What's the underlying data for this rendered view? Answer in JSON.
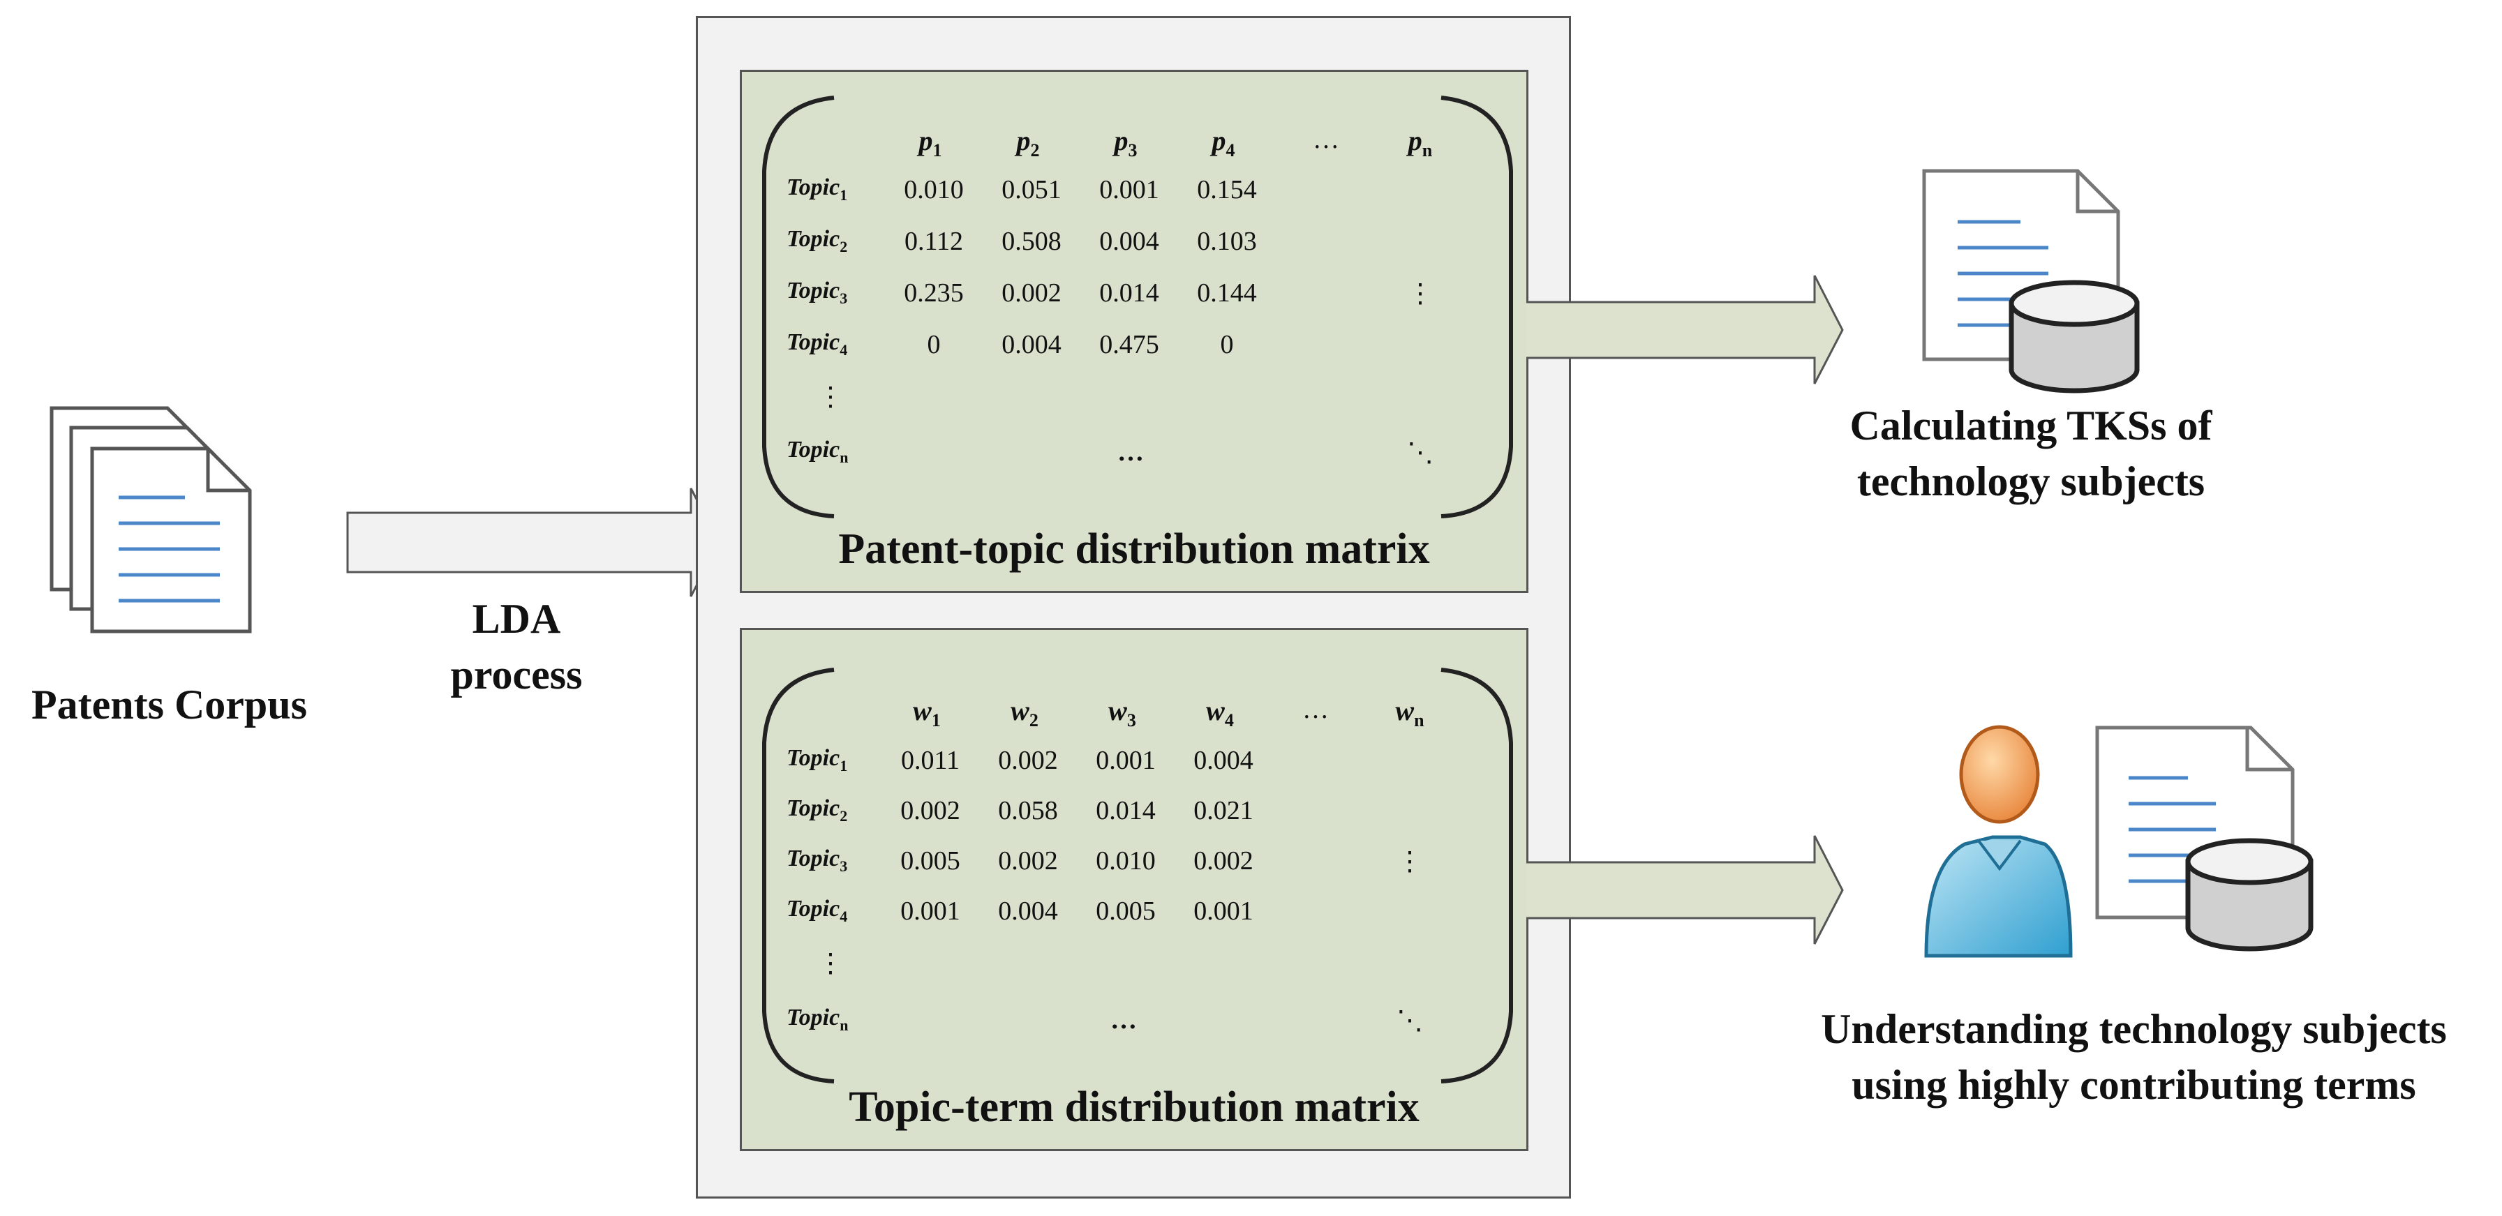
{
  "corpus": {
    "label": "Patents Corpus"
  },
  "process": {
    "label_line1": "LDA",
    "label_line2": "process"
  },
  "patent_topic": {
    "title": "Patent-topic distribution matrix",
    "col_var": "p",
    "columns": [
      "1",
      "2",
      "3",
      "4",
      "n"
    ],
    "rows": [
      {
        "sub": "1",
        "values": [
          "0.010",
          "0.051",
          "0.001",
          "0.154"
        ]
      },
      {
        "sub": "2",
        "values": [
          "0.112",
          "0.508",
          "0.004",
          "0.103"
        ]
      },
      {
        "sub": "3",
        "values": [
          "0.235",
          "0.002",
          "0.014",
          "0.144"
        ]
      },
      {
        "sub": "4",
        "values": [
          "0",
          "0.004",
          "0.475",
          "0"
        ]
      }
    ],
    "last_row_sub": "n"
  },
  "topic_term": {
    "title": "Topic-term distribution matrix",
    "col_var": "w",
    "columns": [
      "1",
      "2",
      "3",
      "4",
      "n"
    ],
    "rows": [
      {
        "sub": "1",
        "values": [
          "0.011",
          "0.002",
          "0.001",
          "0.004"
        ]
      },
      {
        "sub": "2",
        "values": [
          "0.002",
          "0.058",
          "0.014",
          "0.021"
        ]
      },
      {
        "sub": "3",
        "values": [
          "0.005",
          "0.002",
          "0.010",
          "0.002"
        ]
      },
      {
        "sub": "4",
        "values": [
          "0.001",
          "0.004",
          "0.005",
          "0.001"
        ]
      }
    ],
    "last_row_sub": "n"
  },
  "row_var": "Topic",
  "ellipsis": {
    "h": "…",
    "v": "⋮",
    "d": "⋱"
  },
  "output_top": {
    "line1": "Calculating TKSs of",
    "line2": "technology subjects"
  },
  "output_bottom": {
    "line1": "Understanding technology subjects",
    "line2": "using highly contributing terms"
  },
  "colors": {
    "matrix_fill": "#d9e0cc",
    "panel_fill": "#f2f2f2",
    "doc_line": "#4a86c8",
    "person_head": "#f4a460",
    "person_body": "#5ab4dc"
  }
}
